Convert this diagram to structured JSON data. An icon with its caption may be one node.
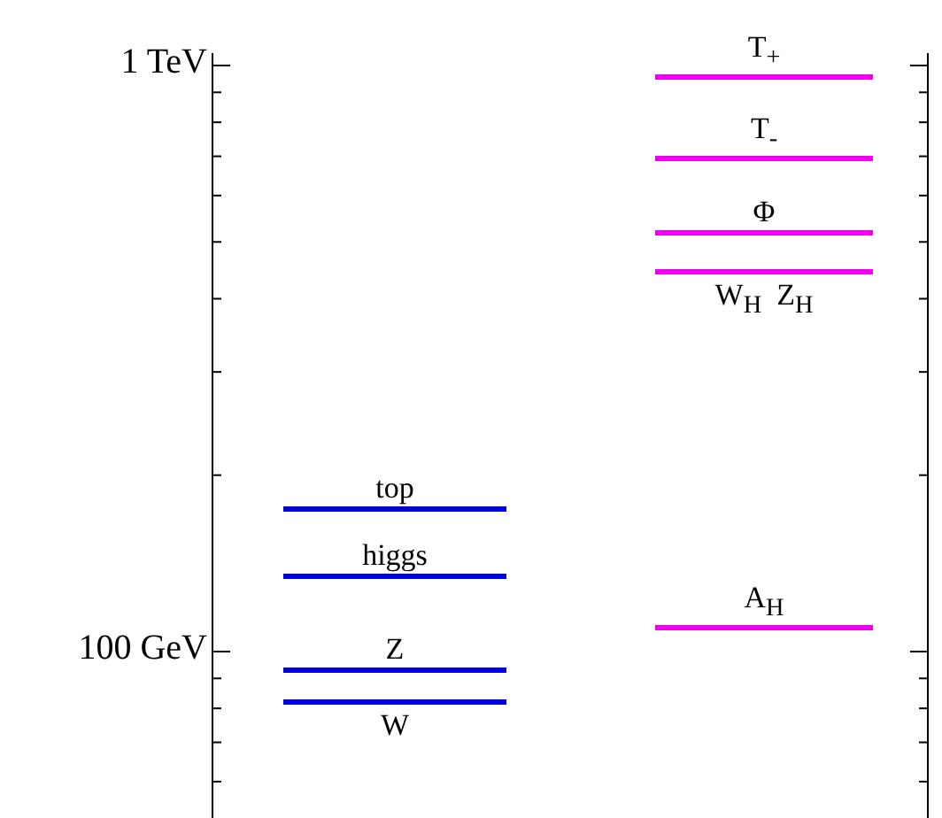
{
  "diagram": {
    "nodes": [
      {
        "text": [
          "top"
        ]
      },
      {
        "text": [
          "higgs"
        ]
      },
      {
        "text": [
          "Z"
        ]
      },
      {
        "text": [
          "W"
        ]
      },
      {
        "text": [
          "T$_{+}$"
        ]
      },
      {
        "text": [
          "T$_{-}$"
        ]
      },
      {
        "text": [
          "Φ"
        ]
      },
      {
        "text": [
          "W$_{H}$  Z$_{H}$"
        ]
      },
      {
        "text": [
          "A$_{H}$"
        ]
      }
    ],
    "edges": [],
    "labels": [
      "1 TeV",
      "100 GeV"
    ]
  }
}
